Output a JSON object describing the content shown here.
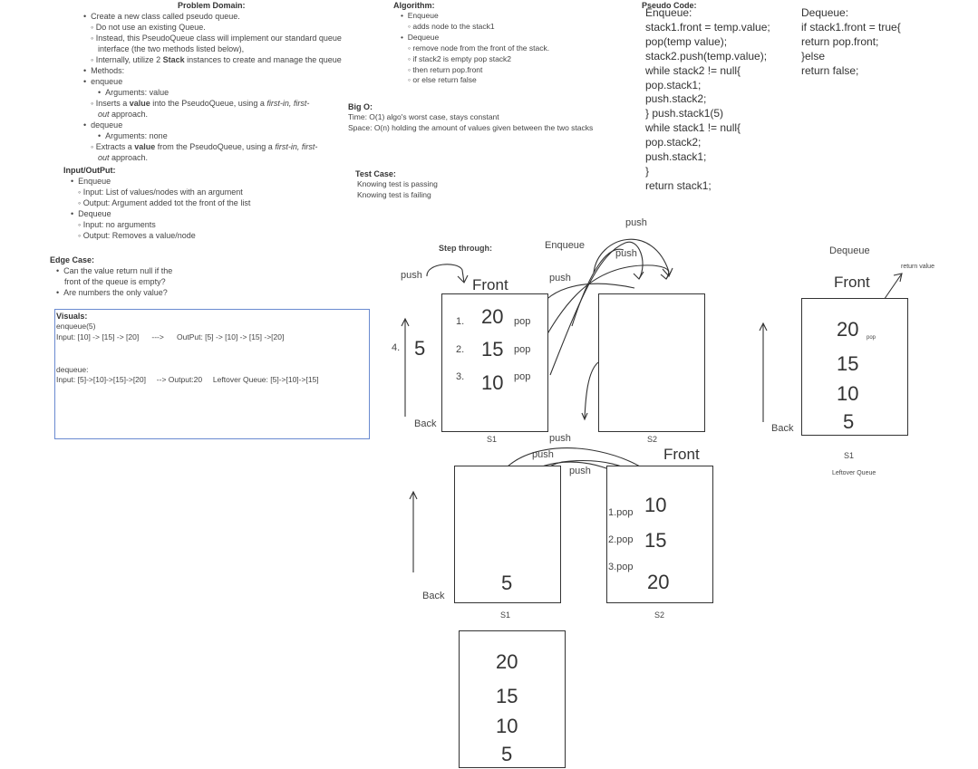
{
  "problem_domain": {
    "heading": "Problem Domain:",
    "b1": "Create a new class called pseudo queue.",
    "b1a": "Do not use an existing Queue.",
    "b1b": "Instead, this PseudoQueue class will implement our standard queue",
    "b1b2": "interface (the two methods listed below),",
    "b1c_pre": "Internally, utilize 2 ",
    "b1c_bold": "Stack",
    "b1c_post": " instances to create and manage the queue",
    "b2": "Methods:",
    "b3": "enqueue",
    "b3a": "Arguments: value",
    "b3b_pre": "Inserts a ",
    "b3b_bold": "value",
    "b3b_mid": " into the PseudoQueue, using a ",
    "b3b_it": "first-in, first-",
    "b3b_it2": "out",
    "b3b_post": " approach.",
    "b4": "dequeue",
    "b4a": "Arguments: none",
    "b4b_pre": "Extracts a ",
    "b4b_bold": "value",
    "b4b_mid": " from the PseudoQueue, using a ",
    "b4b_it": "first-in, first-",
    "b4b_it2": "out",
    "b4b_post": " approach."
  },
  "io": {
    "heading": "Input/OutPut:",
    "enq": "Enqueue",
    "enq_in": "Input: List of values/nodes with an argument",
    "enq_out": "Output: Argument added tot the front of the list",
    "deq": "Dequeue",
    "deq_in": "Input: no arguments",
    "deq_out": "Output: Removes a value/node"
  },
  "edge": {
    "heading": "Edge Case:",
    "e1": "Can the value return null if the",
    "e1b": "front of the queue is empty?",
    "e2": "Are numbers the only value?"
  },
  "visuals": {
    "heading": "Visuals:",
    "l1": "enqueue(5)",
    "l2": "Input: [10] -> [15] -> [20]      --->      OutPut: [5] -> [10] -> [15] ->[20]",
    "l3": "dequeue:",
    "l4": "Input: [5]->[10]->[15]->[20]     --> Output:20     Leftover Queue: [5]->[10]->[15]"
  },
  "algorithm": {
    "heading": "Algorithm:",
    "enq": "Enqueue",
    "enq1": "adds node to the stack1",
    "deq": "Dequeue",
    "deq1": "remove node from the front of the stack.",
    "deq2": "if stack2 is empty pop stack2",
    "deq3": "then return pop.front",
    "deq4": "or else return false"
  },
  "bigo": {
    "heading": "Big O:",
    "time": "Time: O(1) algo's worst case, stays constant",
    "space": "Space: O(n) holding the amount of values given between the two stacks"
  },
  "test": {
    "heading": "Test Case:",
    "t1": "Knowing test is passing",
    "t2": "Knowing test is failing"
  },
  "pseudo": {
    "heading": "Pseudo Code:",
    "enq_lines": [
      "Enqueue:",
      "stack1.front = temp.value;",
      "pop(temp value);",
      "stack2.push(temp.value);",
      "while stack2 != null{",
      "pop.stack1;",
      "push.stack2;",
      "} push.stack1(5)",
      "while stack1 != null{",
      "pop.stack2;",
      "push.stack1;",
      "}",
      "return stack1;"
    ],
    "deq_lines": [
      "Dequeue:",
      "if stack1.front = true{",
      "return pop.front;",
      "}else",
      "return false;"
    ]
  },
  "diagram": {
    "step_through": "Step through:",
    "enqueue_label": "Enqueue",
    "dequeue_label": "Dequeue",
    "push": "push",
    "pop": "pop",
    "front": "Front",
    "back": "Back",
    "s1": "S1",
    "s2": "S2",
    "step4": "4.",
    "five": "5",
    "n1": "1.",
    "n2": "2.",
    "n3": "3.",
    "v20": "20",
    "v15": "15",
    "v10": "10",
    "v5": "5",
    "pop1": "1.pop",
    "pop2": "2.pop",
    "pop3": "3.pop",
    "return_value": "return value",
    "pop_small": "pop",
    "leftover": "Leftover Queue"
  }
}
